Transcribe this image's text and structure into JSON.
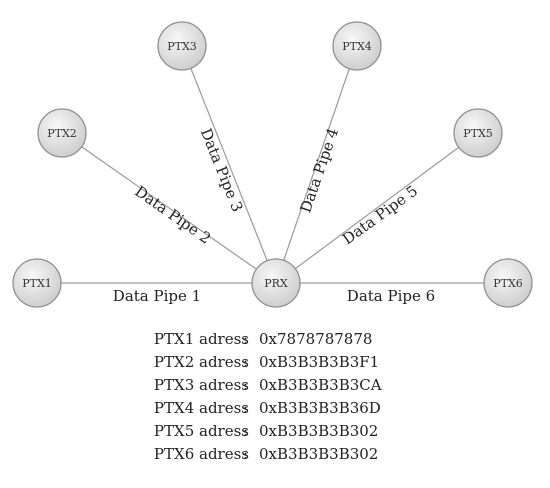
{
  "diagram": {
    "hub": "PRX",
    "nodes": [
      {
        "id": "PTX1",
        "label": "PTX1",
        "pipe": "Data Pipe 1"
      },
      {
        "id": "PTX2",
        "label": "PTX2",
        "pipe": "Data Pipe 2"
      },
      {
        "id": "PTX3",
        "label": "PTX3",
        "pipe": "Data Pipe 3"
      },
      {
        "id": "PTX4",
        "label": "PTX4",
        "pipe": "Data Pipe 4"
      },
      {
        "id": "PTX5",
        "label": "PTX5",
        "pipe": "Data Pipe 5"
      },
      {
        "id": "PTX6",
        "label": "PTX6",
        "pipe": "Data Pipe 6"
      }
    ]
  },
  "addresses": [
    {
      "label": "PTX1 adress",
      "value": "0x7878787878"
    },
    {
      "label": "PTX2 adress",
      "value": "0xB3B3B3B3F1"
    },
    {
      "label": "PTX3 adress",
      "value": "0xB3B3B3B3CA"
    },
    {
      "label": "PTX4 adress",
      "value": "0xB3B3B3B36D"
    },
    {
      "label": "PTX5 adress",
      "value": "0xB3B3B3B302"
    },
    {
      "label": "PTX6 adress",
      "value": "0xB3B3B3B302"
    }
  ],
  "colors": {
    "node_light": "#f7f7f7",
    "node_dark": "#cfcfcf",
    "edge": "#9a9a9a"
  }
}
